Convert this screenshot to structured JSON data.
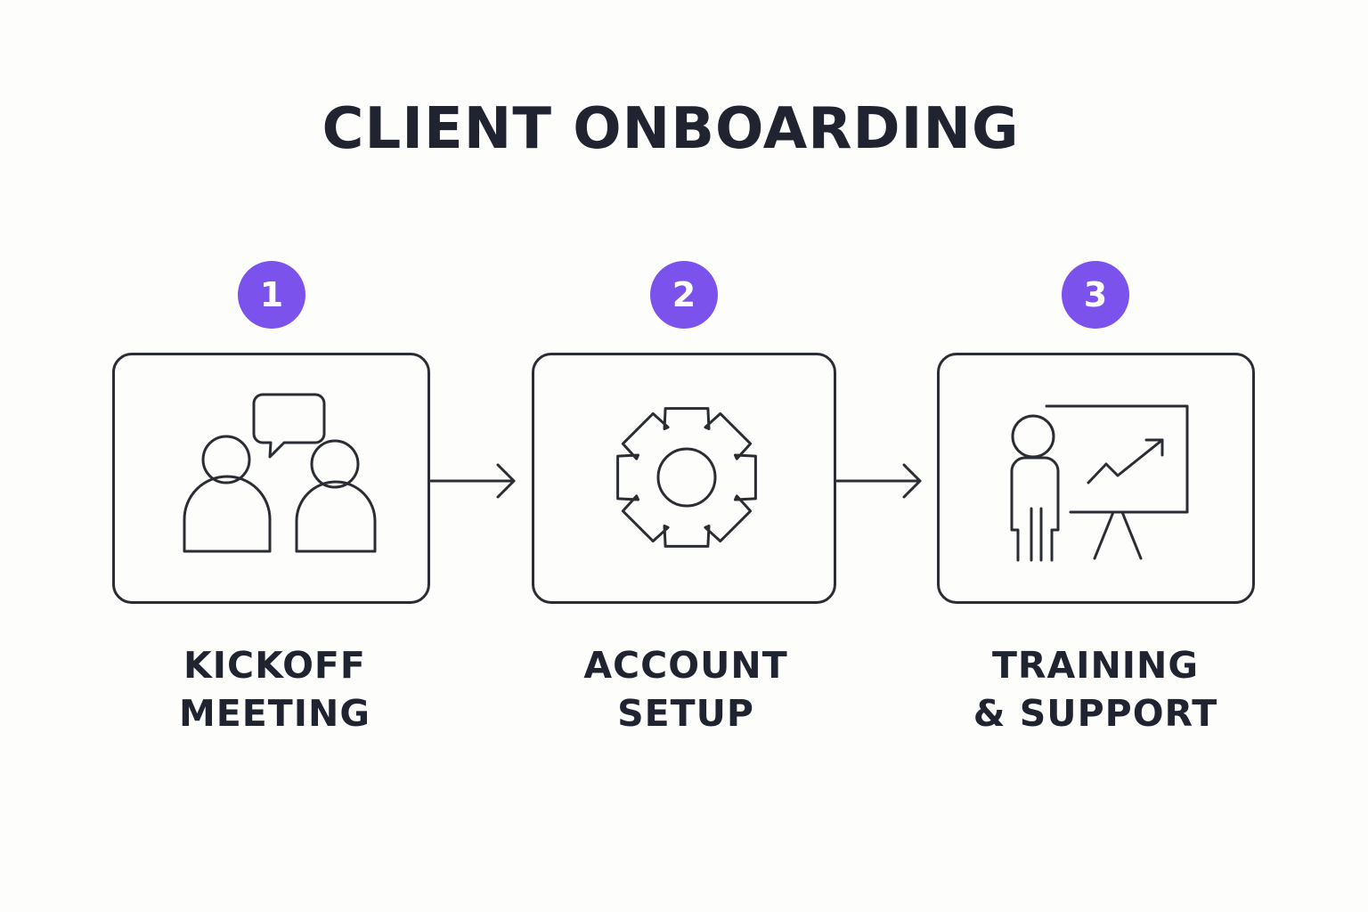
{
  "title": "CLIENT ONBOARDING",
  "accent_color": "#7b52ec",
  "steps": [
    {
      "number": "1",
      "icon": "people-conversation-icon",
      "label_line1": "KICKOFF",
      "label_line2": "MEETING"
    },
    {
      "number": "2",
      "icon": "gear-icon",
      "label_line1": "ACCOUNT",
      "label_line2": "SETUP"
    },
    {
      "number": "3",
      "icon": "presentation-chart-icon",
      "label_line1": "TRAINING",
      "label_line2": "& SUPPORT"
    }
  ]
}
